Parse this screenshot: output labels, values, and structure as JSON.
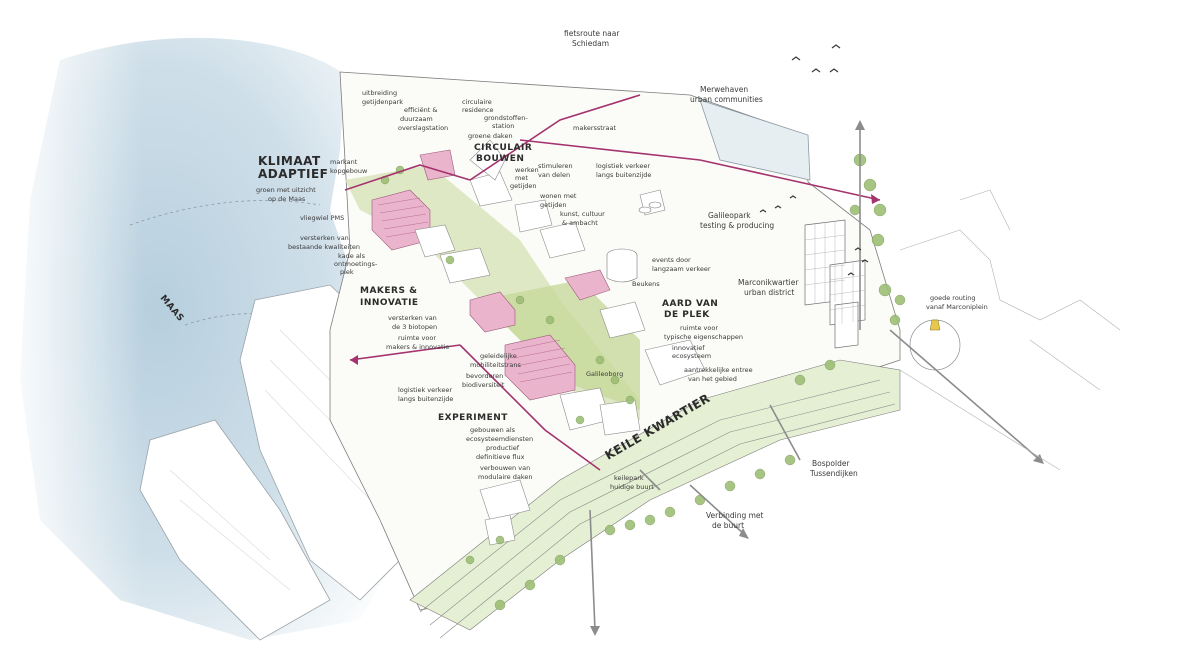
{
  "colors": {
    "water": "#c9dbe6",
    "water_edge": "#eef4f7",
    "pink": "#e9a9c6",
    "magenta": "#a4336e",
    "green": "#b9cf8c",
    "tree": "#8fb26a",
    "line": "#6b6b6b"
  },
  "labels": {
    "maas": "MAAS",
    "klimaat": "KLIMAAT",
    "adaptief": "ADAPTIEF",
    "circulair": "CIRCULAIR",
    "bouwen": "BOUWEN",
    "makers": "MAKERS &",
    "innovatie": "INNOVATIE",
    "aard": "AARD VAN",
    "plek": "DE PLEK",
    "experiment": "EXPERIMENT",
    "kwartier": "KEILE KWARTIER",
    "fietsroute_1": "fietsroute naar",
    "fietsroute_2": "Schiedam",
    "merwe_1": "Merwehaven",
    "merwe_2": "urban communities",
    "makersstraat": "makersstraat",
    "galileo_1": "Galileopark",
    "galileo_2": "testing & producing",
    "marconi_1": "Marconikwartier",
    "marconi_2": "urban district",
    "routing_1": "goede routing",
    "routing_2": "vanaf Marconiplein",
    "bospolder_1": "Bospolder",
    "bospolder_2": "Tussendijken",
    "verbinding_1": "Verbinding met",
    "verbinding_2": "de buurt",
    "uitbreiding_1": "uitbreiding",
    "uitbreiding_2": "getijdenpark",
    "efficient_1": "efficiënt &",
    "efficient_2": "duurzaam",
    "efficient_3": "overslagstation",
    "circulaire_1": "circulaire",
    "circulaire_2": "residence",
    "circulaire_3": "grondstoffen-",
    "circulaire_4": "station",
    "groene_daken": "groene daken",
    "markant_1": "markant",
    "markant_2": "kopgebouw",
    "groen_1": "groen met uitzicht",
    "groen_2": "op de Maas",
    "vliegwiel": "vliegwiel PMS",
    "versterken_1": "versterken van",
    "versterken_2": "bestaande kwaliteiten",
    "kade_1": "kade als",
    "kade_2": "ontmoetings-",
    "kade_3": "plek",
    "werken_1": "werken",
    "werken_2": "met",
    "werken_3": "getijden",
    "stimuleren_1": "stimuleren",
    "stimuleren_2": "van delen",
    "wonen_1": "wonen met",
    "wonen_2": "getijden",
    "kunst_1": "kunst, cultuur",
    "kunst_2": "& ambacht",
    "logistiek_1": "logistiek verkeer",
    "logistiek_2": "langs buitenzijde",
    "logistiek_3": "logistiek verkeer",
    "logistiek_4": "langs buitenzijde",
    "events_1": "events door",
    "events_2": "langzaam verkeer",
    "beukens": "Beukens",
    "ruimte_1": "ruimte voor",
    "ruimte_2": "typische eigenschappen",
    "innovatief_1": "innovatief",
    "innovatief_2": "ecosysteem",
    "aantrekkelijke_1": "aantrekkelijke entree",
    "aantrekkelijke_2": "van het gebied",
    "versterken_3": "versterken van",
    "versterken_4": "de 3 biotopen",
    "ruimte_3": "ruimte voor",
    "ruimte_4": "makers & innovatie",
    "geleidelijk_1": "geleidelijke",
    "geleidelijk_2": "mobiliteitstrans",
    "bevorderen_1": "bevorderen",
    "bevorderen_2": "biodiversiteit",
    "gebouwen_1": "gebouwen als",
    "gebouwen_2": "ecosysteemdiensten",
    "gebouwen_3": "productief",
    "gebouwen_4": "definitieve flux",
    "gebouwen_5": "verbouwen van",
    "gebouwen_6": "modulaire daken",
    "keilepark_1": "keilepark",
    "keilepark_2": "huidige buurt",
    "galileoborg": "Galileoborg"
  }
}
